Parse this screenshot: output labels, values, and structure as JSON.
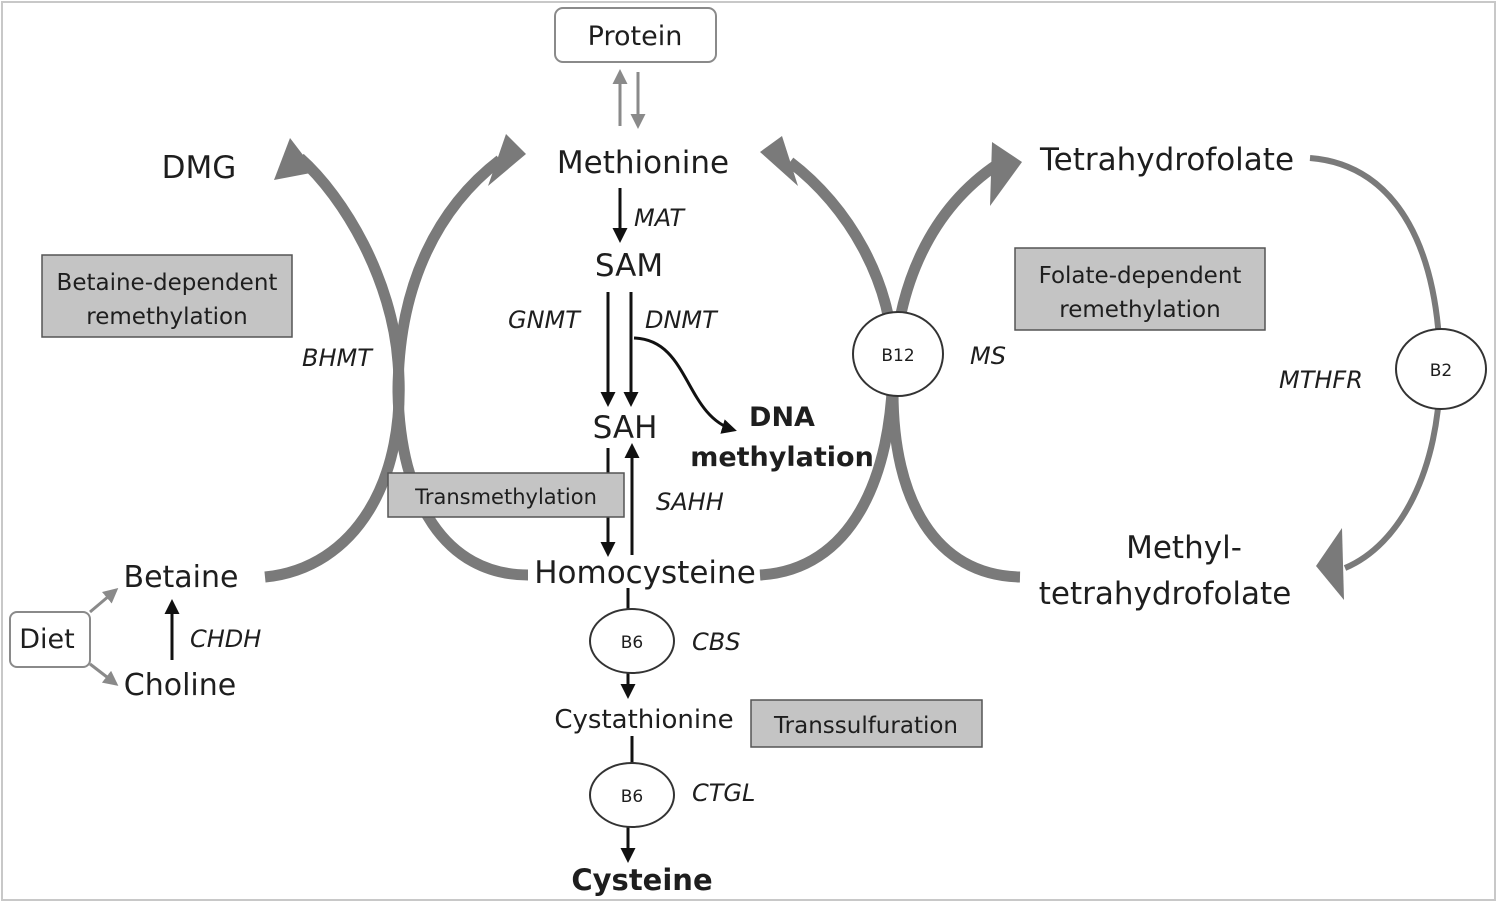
{
  "metabolites": {
    "protein": "Protein",
    "methionine": "Methionine",
    "sam": "SAM",
    "sah": "SAH",
    "homocysteine": "Homocysteine",
    "cystathionine": "Cystathionine",
    "cysteine": "Cysteine",
    "dmg": "DMG",
    "betaine": "Betaine",
    "choline": "Choline",
    "diet": "Diet",
    "tetrahydrofolate": "Tetrahydrofolate",
    "methyl_thf_line1": "Methyl-",
    "methyl_thf_line2": "tetrahydrofolate",
    "dna_meth_line1": "DNA",
    "dna_meth_line2": "methylation"
  },
  "enzymes": {
    "mat": "MAT",
    "gnmt": "GNMT",
    "dnmt": "DNMT",
    "sahh": "SAHH",
    "bhmt": "BHMT",
    "chdh": "CHDH",
    "ms": "MS",
    "mthfr": "MTHFR",
    "cbs": "CBS",
    "ctgl": "CTGL"
  },
  "cofactors": {
    "b12": "B12",
    "b2": "B2",
    "b6_cbs": "B6",
    "b6_ctgl": "B6"
  },
  "pathways": {
    "betaine_line1": "Betaine-dependent",
    "betaine_line2": "remethylation",
    "folate_line1": "Folate-dependent",
    "folate_line2": "remethylation",
    "transmethylation": "Transmethylation",
    "transsulfuration": "Transsulfuration"
  },
  "colors": {
    "cycle_arrow": "#7a7a7a",
    "pathway_box": "#c4c4c4",
    "text": "#1e1e1e"
  }
}
